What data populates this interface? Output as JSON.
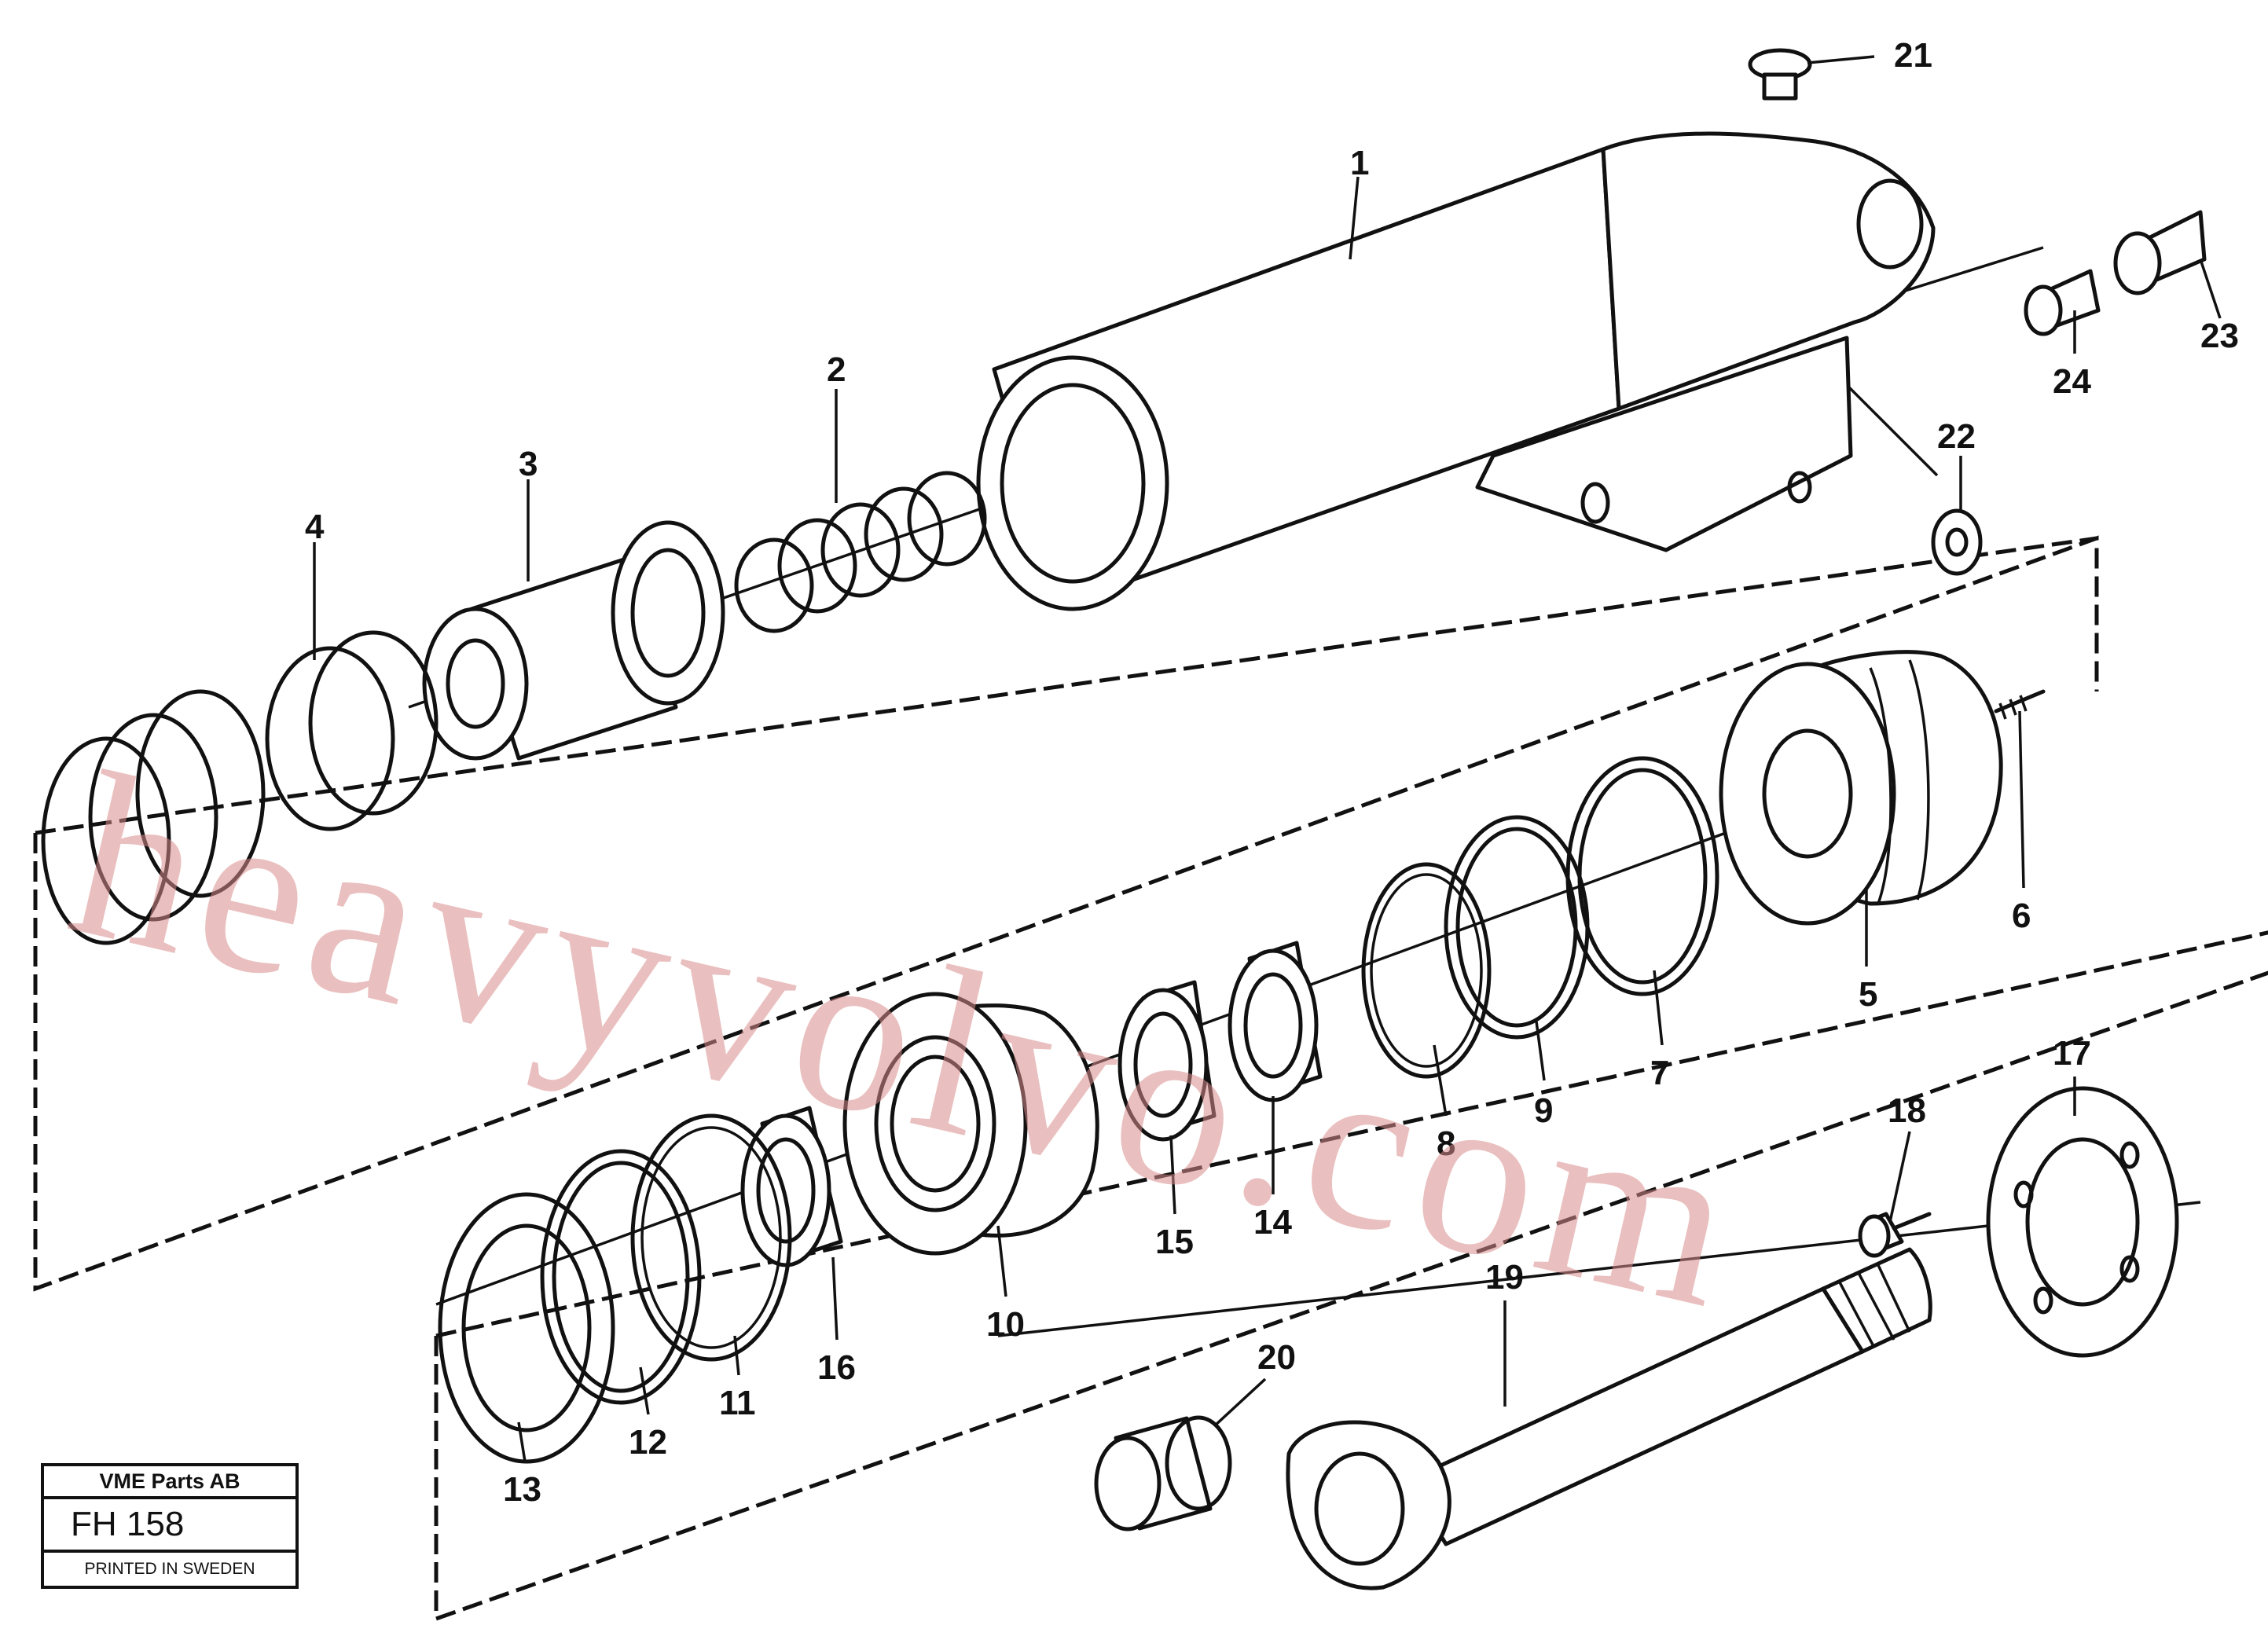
{
  "watermark": "heavyvolvo.com",
  "stamp": {
    "company": "VME Parts AB",
    "code": "FH 158",
    "printed": "PRINTED IN SWEDEN"
  },
  "callouts": [
    "1",
    "2",
    "3",
    "4",
    "5",
    "6",
    "7",
    "8",
    "9",
    "10",
    "11",
    "12",
    "13",
    "14",
    "15",
    "16",
    "17",
    "18",
    "19",
    "20",
    "21",
    "22",
    "23",
    "24"
  ],
  "colors": {
    "watermark": "#d98a8a",
    "line": "#111111"
  }
}
